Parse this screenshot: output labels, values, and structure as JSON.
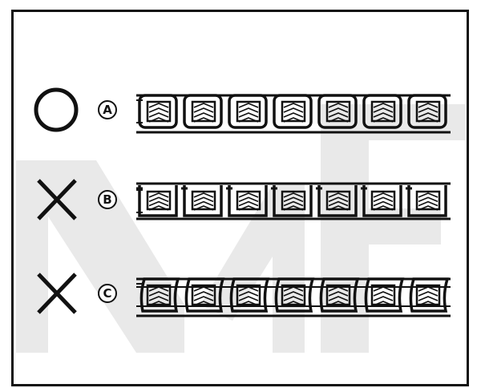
{
  "rows": [
    {
      "letter": "A",
      "mark": "circle-mark-icon",
      "verdict": "correct",
      "variant": "a"
    },
    {
      "letter": "B",
      "mark": "cross-mark-icon",
      "verdict": "incorrect",
      "variant": "b"
    },
    {
      "letter": "C",
      "mark": "cross-mark-icon",
      "verdict": "incorrect",
      "variant": "c"
    }
  ],
  "colors": {
    "ink": "#111111",
    "paper": "#ffffff",
    "watermark": "#e7e7e7"
  }
}
